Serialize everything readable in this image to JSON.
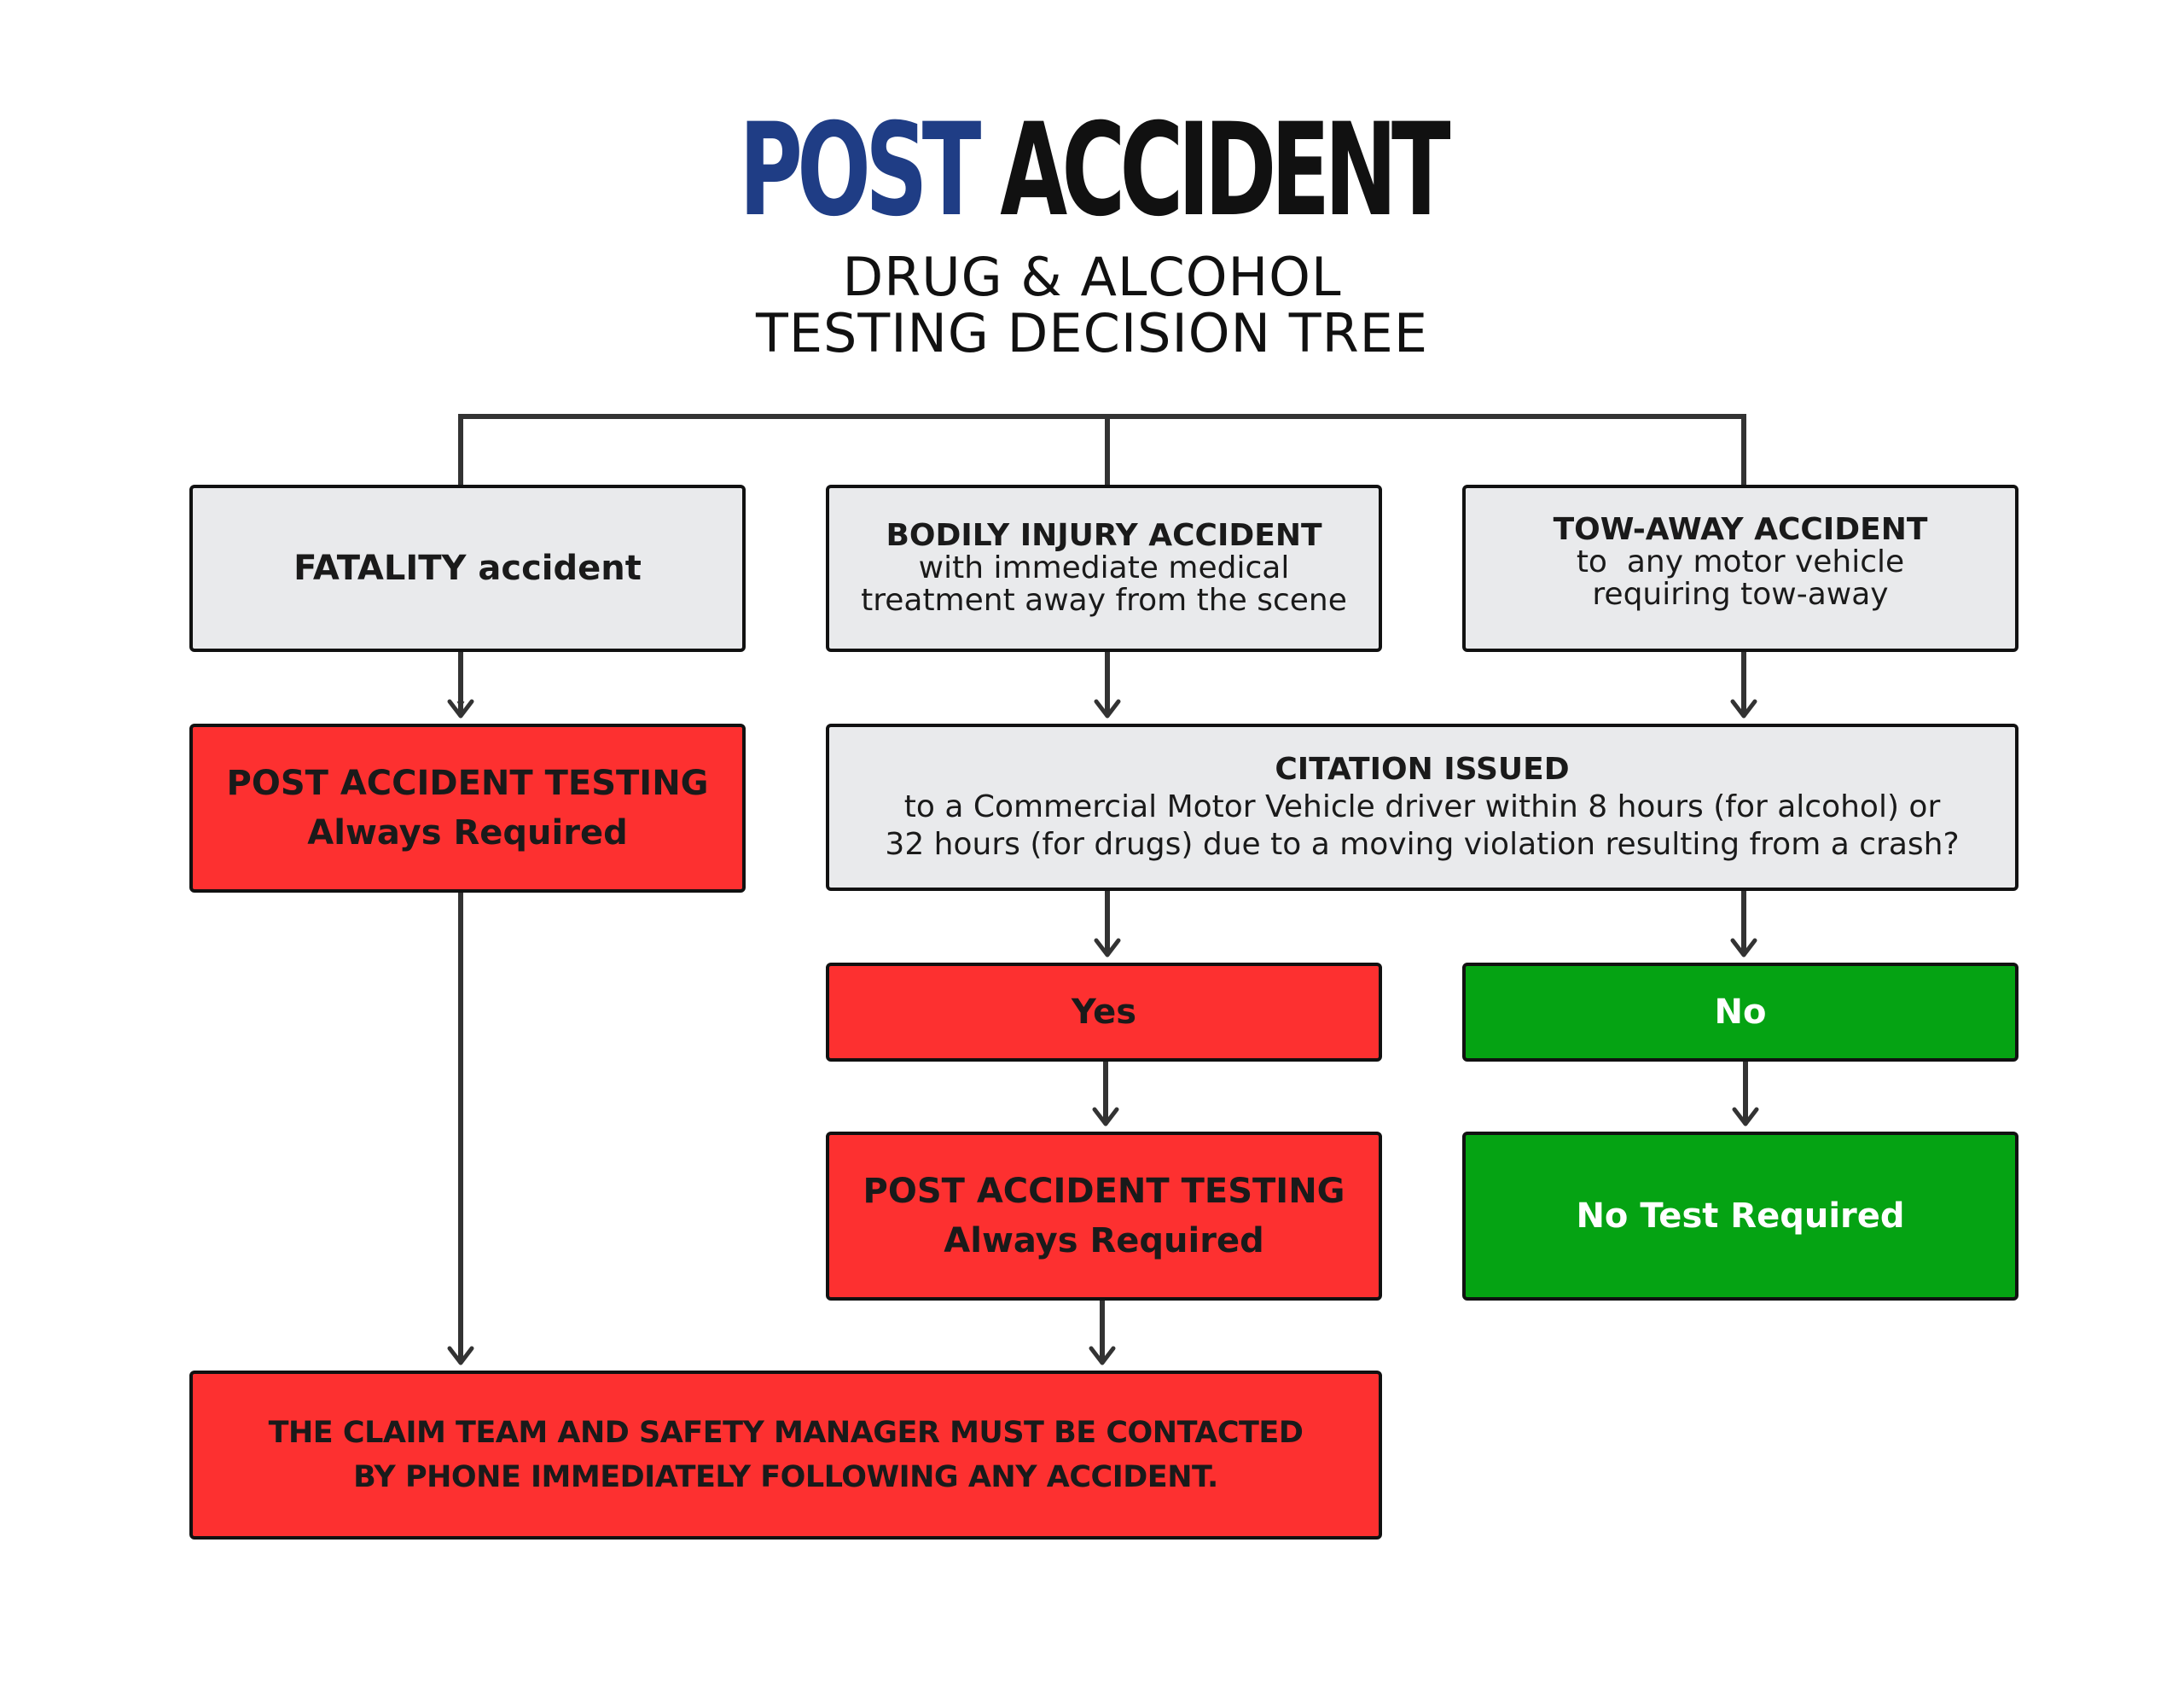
{
  "title": {
    "part1": "POST",
    "part2": "ACCIDENT"
  },
  "subtitle": {
    "line1": "DRUG & ALCOHOL",
    "line2": "TESTING DECISION TREE"
  },
  "colors": {
    "title_blue": "#1f3d85",
    "red": "#fd3030",
    "green": "#05a313",
    "gray": "#e9eaec"
  },
  "nodes": {
    "fatality": {
      "label": "FATALITY accident"
    },
    "bodily": {
      "heading": "BODILY INJURY ACCIDENT",
      "line1": "with immediate medical",
      "line2": "treatment away from the scene"
    },
    "tow": {
      "heading": "TOW-AWAY ACCIDENT",
      "line1": "to  any motor vehicle",
      "line2": "requiring tow-away"
    },
    "testing_left": {
      "line1": "POST ACCIDENT TESTING",
      "line2": "Always Required"
    },
    "citation": {
      "heading": "CITATION ISSUED",
      "line1": "to a Commercial Motor Vehicle driver within 8 hours (for alcohol) or",
      "line2": "32 hours (for drugs) due to a moving violation resulting from a crash?"
    },
    "yes": {
      "label": "Yes"
    },
    "no": {
      "label": "No"
    },
    "testing_mid": {
      "line1": "POST ACCIDENT TESTING",
      "line2": "Always Required"
    },
    "no_test": {
      "label": "No Test Required"
    },
    "contact": {
      "line1": "THE CLAIM TEAM AND SAFETY MANAGER MUST BE CONTACTED",
      "line2": "BY PHONE IMMEDIATELY FOLLOWING ANY ACCIDENT."
    }
  }
}
